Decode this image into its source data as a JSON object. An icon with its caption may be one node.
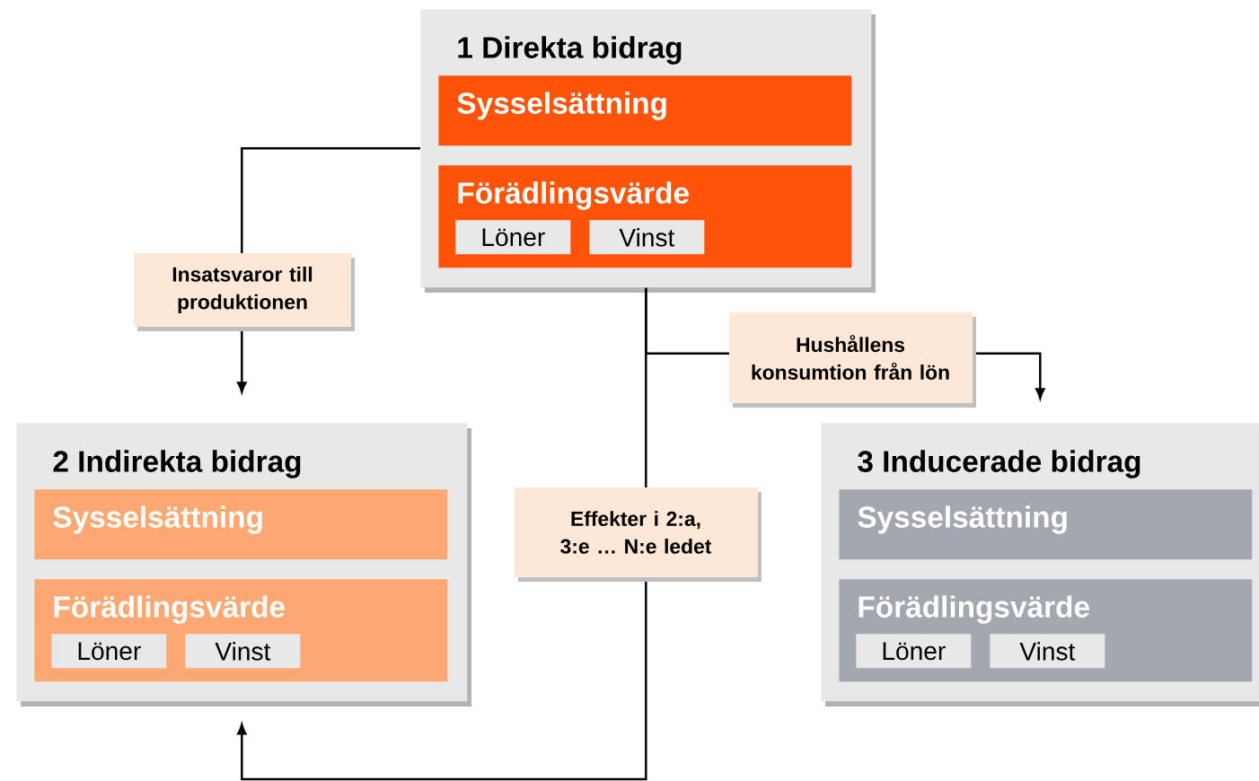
{
  "diagram": {
    "nodes": [
      {
        "text": [
          "1 Direkta bidrag"
        ]
      },
      {
        "text": [
          "Sysselsättning"
        ],
        "in": 0
      },
      {
        "text": [
          "Förädlingsvärde"
        ],
        "in": 0
      },
      {
        "text": [
          "Löner"
        ],
        "in": 2
      },
      {
        "text": [
          "Vinst"
        ],
        "in": 2
      },
      {
        "text": [
          "2 Indirekta bidrag"
        ]
      },
      {
        "text": [
          "Sysselsättning"
        ],
        "in": 5
      },
      {
        "text": [
          "Förädlingsvärde"
        ],
        "in": 5
      },
      {
        "text": [
          "Löner"
        ],
        "in": 7
      },
      {
        "text": [
          "Vinst"
        ],
        "in": 7
      },
      {
        "text": [
          "3 Inducerade bidrag"
        ]
      },
      {
        "text": [
          "Sysselsättning"
        ],
        "in": 10
      },
      {
        "text": [
          "Förädlingsvärde"
        ],
        "in": 10
      },
      {
        "text": [
          "Löner"
        ],
        "in": 12
      },
      {
        "text": [
          "Vinst"
        ],
        "in": 12
      }
    ],
    "edges": [
      {
        "from": 0,
        "to": 5,
        "arrow": "to",
        "label": "Insatsvaror till produktionen"
      },
      {
        "from": 0,
        "to": 10,
        "arrow": "to",
        "label": "Hushållens konsumtion från lön"
      },
      {
        "from": 0,
        "to": 5,
        "arrow": "to",
        "label": "Effekter i 2:a, 3:e … N:e ledet"
      }
    ]
  }
}
